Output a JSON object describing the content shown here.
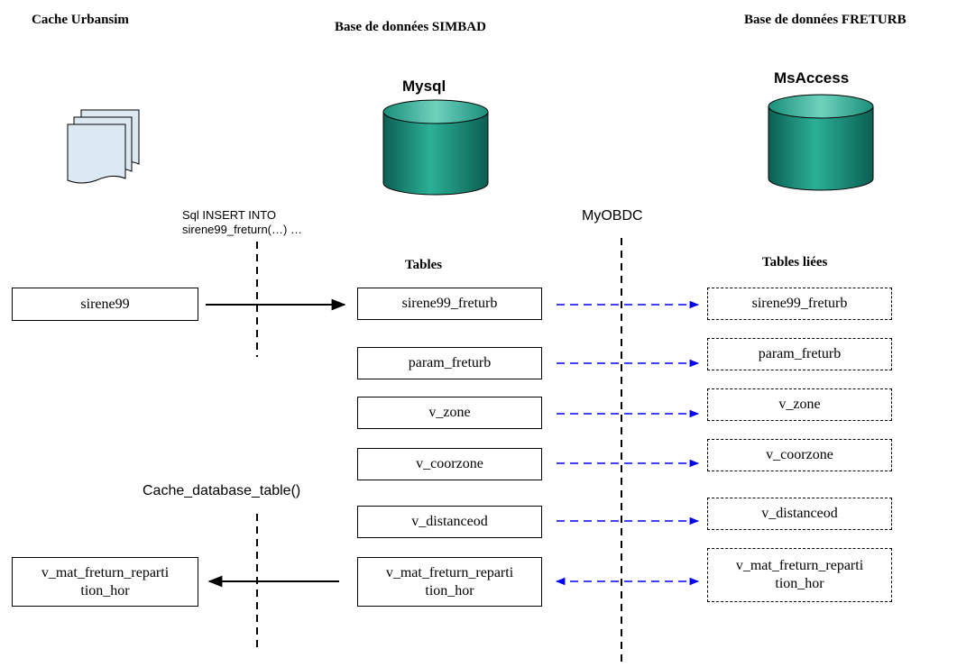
{
  "headers": {
    "cache": "Cache Urbansim",
    "simbad": "Base de données SIMBAD",
    "freturb": "Base de données FRETURB"
  },
  "db_labels": {
    "mysql": "Mysql",
    "msaccess": "MsAccess"
  },
  "annotations": {
    "sql_line1": "Sql INSERT INTO",
    "sql_line2": "sirene99_freturn(…) …",
    "myobdc": "MyOBDC",
    "cache_fn": "Cache_database_table()"
  },
  "section_labels": {
    "tables": "Tables",
    "linked_tables": "Tables liées"
  },
  "cache_tables": {
    "sirene99": "sirene99",
    "vmat_line1": "v_mat_freturn_reparti",
    "vmat_line2": "tion_hor"
  },
  "mysql_tables": [
    {
      "line1": "sirene99_freturb",
      "line2": ""
    },
    {
      "line1": "param_freturb",
      "line2": ""
    },
    {
      "line1": "v_zone",
      "line2": ""
    },
    {
      "line1": "v_coorzone",
      "line2": ""
    },
    {
      "line1": "v_distanceod",
      "line2": ""
    },
    {
      "line1": "v_mat_freturn_reparti",
      "line2": "tion_hor"
    }
  ],
  "linked_tables": [
    {
      "line1": "sirene99_freturb",
      "line2": ""
    },
    {
      "line1": "param_freturb",
      "line2": ""
    },
    {
      "line1": "v_zone",
      "line2": ""
    },
    {
      "line1": "v_coorzone",
      "line2": ""
    },
    {
      "line1": "v_distanceod",
      "line2": ""
    },
    {
      "line1": "v_mat_freturn_reparti",
      "line2": "tion_hor"
    }
  ],
  "colors": {
    "cylinder_dark": "#0a5f52",
    "cylinder_mid": "#1f9d86",
    "cylinder_light": "#6fd2bd",
    "link_arrow": "#0000ff",
    "doc_fill": "#dce9f3"
  },
  "icons": {
    "cache": "document-stack-icon",
    "mysql": "database-cylinder-icon",
    "msaccess": "database-cylinder-icon"
  }
}
